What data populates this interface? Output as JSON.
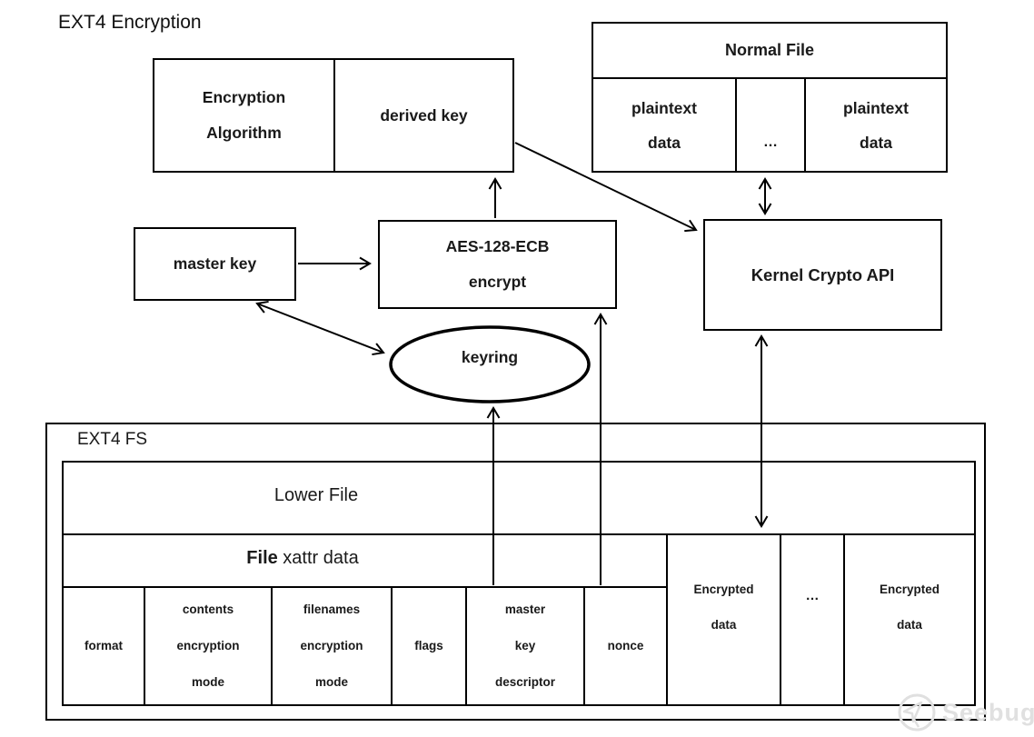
{
  "page": {
    "title": "EXT4 Encryption"
  },
  "nodes": {
    "encryption_algorithm": {
      "line1": "Encryption",
      "line2": "Algorithm"
    },
    "derived_key": "derived key",
    "master_key": "master key",
    "aes_encrypt": {
      "line1": "AES-128-ECB",
      "line2": "encrypt"
    },
    "kernel_crypto_api": "Kernel Crypto API",
    "keyring": "keyring"
  },
  "normal_file": {
    "title": "Normal File",
    "cell_left": {
      "line1": "plaintext",
      "line2": "data"
    },
    "cell_mid": "…",
    "cell_right": {
      "line1": "plaintext",
      "line2": "data"
    }
  },
  "ext4_fs": {
    "label": "EXT4 FS",
    "lower_file": "Lower File",
    "xattr_bold": "File",
    "xattr_rest": " xattr data",
    "fields": [
      {
        "lines": [
          "format"
        ]
      },
      {
        "lines": [
          "contents",
          "encryption",
          "mode"
        ]
      },
      {
        "lines": [
          "filenames",
          "encryption",
          "mode"
        ]
      },
      {
        "lines": [
          "flags"
        ]
      },
      {
        "lines": [
          "master",
          "key",
          "descriptor"
        ]
      },
      {
        "lines": [
          "nonce"
        ]
      }
    ],
    "encrypted_left": {
      "line1": "Encrypted",
      "line2": "data"
    },
    "dots": "…",
    "encrypted_right": {
      "line1": "Encrypted",
      "line2": "data"
    }
  },
  "watermark": "Seebug",
  "colors": {
    "line": "#000000",
    "text": "#1a1a1a",
    "watermark": "#e0e0e0"
  }
}
